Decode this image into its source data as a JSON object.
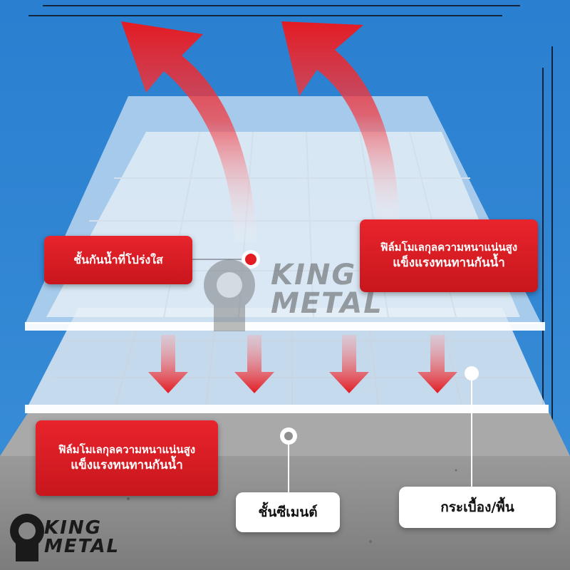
{
  "labels": {
    "transparent_layer": "ชั้นกันน้ำที่โปร่งใส",
    "film_top_line1": "ฟิล์มโมเลกุลความหนาแน่นสูง",
    "film_top_line2": "แข็งแรงทนทานกันน้ำ",
    "film_bottom_line1": "ฟิล์มโมเลกุลความหนาแน่นสูง",
    "film_bottom_line2": "แข็งแรงทนทานกันน้ำ",
    "cement_layer": "ชั้นซีเมนต์",
    "tile_floor": "กระเบื้อง/พื้น"
  },
  "brand": {
    "line1": "KING",
    "line2": "METAL"
  },
  "colors": {
    "background": "#2f86d2",
    "accent_red": "#e02027",
    "cement": "#8f8f8f"
  }
}
